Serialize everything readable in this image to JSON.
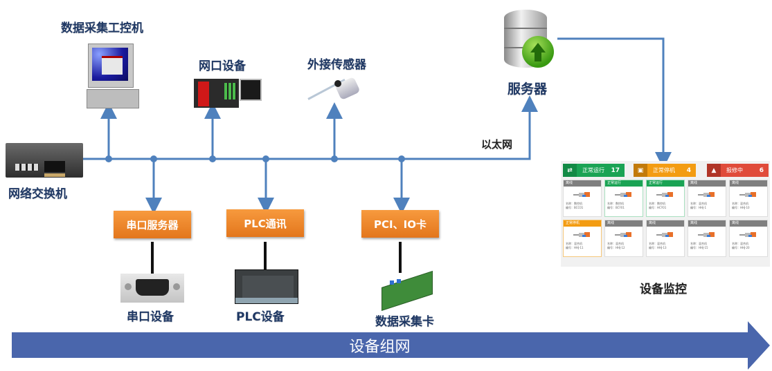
{
  "title": "设备组网",
  "labels": {
    "workstation": "数据采集工控机",
    "switch": "网络交换机",
    "net_device": "网口设备",
    "sensor": "外接传感器",
    "server": "服务器",
    "ethernet": "以太网",
    "monitor": "设备监控",
    "serial_device": "串口设备",
    "plc_device": "PLC设备",
    "daq_card": "数据采集卡"
  },
  "boxes": {
    "serial_server": "串口服务器",
    "plc_comm": "PLC通讯",
    "pci_io": "PCI、IO卡"
  },
  "colors": {
    "line": "#4f81bd",
    "arrow_band": "#4a66ac",
    "orange_box": "#ed7d31",
    "label_text": "#1f3864",
    "green": "#1aa354",
    "orange": "#f39c12",
    "red": "#e04b3a",
    "gray": "#7f7f7f"
  },
  "monitor": {
    "stats": [
      {
        "label": "正常运行",
        "count": "17",
        "icon": "running-icon",
        "color": "#1aa354",
        "icon_bg": "#128a45"
      },
      {
        "label": "正常停机",
        "count": "4",
        "icon": "stop-icon",
        "color": "#f39c12",
        "icon_bg": "#c27a0a"
      },
      {
        "label": "报修中",
        "count": "6",
        "icon": "warning-icon",
        "color": "#e04b3a",
        "icon_bg": "#b03528"
      }
    ],
    "cards": [
      {
        "status": "离线",
        "color": "#7f7f7f",
        "name": "名称：数控机",
        "code": "编号：BCC01"
      },
      {
        "status": "正常运行",
        "color": "#1aa354",
        "name": "名称：数控机",
        "code": "编号：BCY01"
      },
      {
        "status": "正常运行",
        "color": "#1aa354",
        "name": "名称：数控机",
        "code": "编号：HCY01"
      },
      {
        "status": "离线",
        "color": "#7f7f7f",
        "name": "名称：混合机",
        "code": "编号：HHJ-1"
      },
      {
        "status": "离线",
        "color": "#7f7f7f",
        "name": "名称：混合机",
        "code": "编号：HHJ-10"
      },
      {
        "status": "正常停机",
        "color": "#f39c12",
        "name": "名称：混合机",
        "code": "编号：HHJ-11"
      },
      {
        "status": "离线",
        "color": "#7f7f7f",
        "name": "名称：混合机",
        "code": "编号：HHJ-12"
      },
      {
        "status": "离线",
        "color": "#7f7f7f",
        "name": "名称：混合机",
        "code": "编号：HHJ-13"
      },
      {
        "status": "离线",
        "color": "#7f7f7f",
        "name": "名称：混合机",
        "code": "编号：HHJ-15"
      },
      {
        "status": "离线",
        "color": "#7f7f7f",
        "name": "名称：混合机",
        "code": "编号：HHJ-20"
      }
    ]
  }
}
